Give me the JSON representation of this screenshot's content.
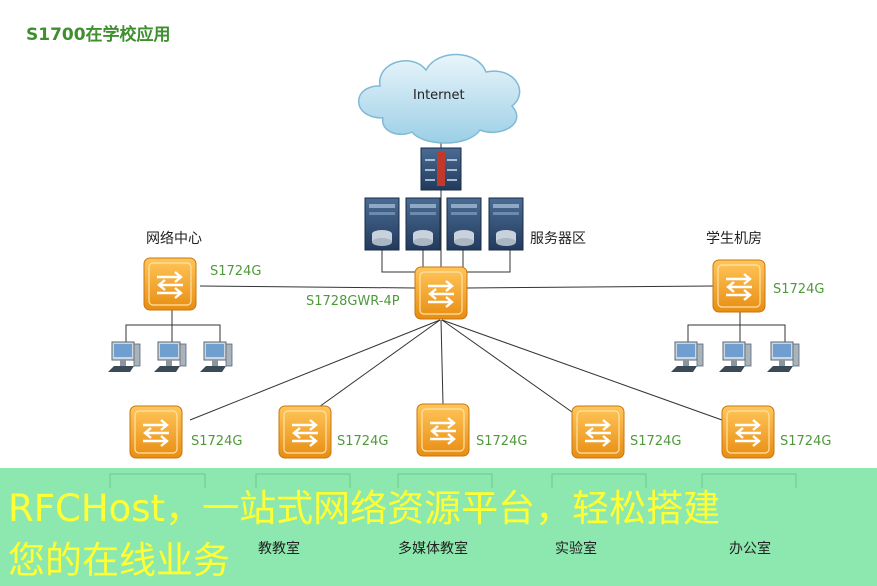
{
  "title": "S1700在学校应用",
  "internet_label": "Internet",
  "server_area_label": "服务器区",
  "core_switch_label": "S1728GWR-4P",
  "network_center": {
    "label": "网络中心",
    "switch_label": "S1724G"
  },
  "student_lab": {
    "label": "学生机房",
    "switch_label": "S1724G"
  },
  "branches": [
    {
      "switch_label": "S1724G",
      "zone_label": ""
    },
    {
      "switch_label": "S1724G",
      "zone_label": "教教室"
    },
    {
      "switch_label": "S1724G",
      "zone_label": "多媒体教室"
    },
    {
      "switch_label": "S1724G",
      "zone_label": "实验室"
    },
    {
      "switch_label": "S1724G",
      "zone_label": "办公室"
    }
  ],
  "watermark": {
    "line1": "RFCHost，一站式网络资源平台，轻松搭建",
    "line2": "您的在线业务"
  },
  "colors": {
    "switch": "#f5a623",
    "title": "#3f8f2f",
    "switch_label": "#4e9a3a",
    "banner": "#78e4a0",
    "banner_text": "#ffff33"
  }
}
